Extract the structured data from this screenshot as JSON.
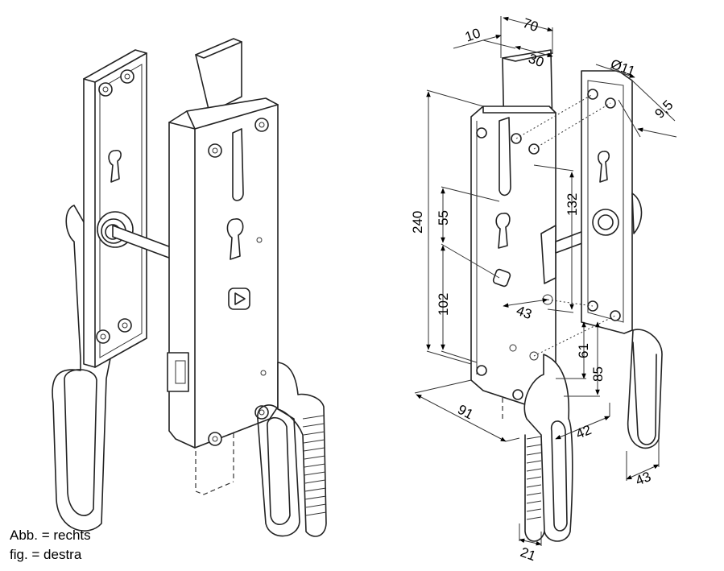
{
  "caption": {
    "line_de": "Abb. = rechts",
    "line_it": "fig. = destra"
  },
  "dimensions": {
    "d10": "10",
    "d70": "70",
    "d30": "30",
    "d_hole": "Ø11",
    "d9_5": "9,5",
    "d240": "240",
    "d132": "132",
    "d55": "55",
    "d102": "102",
    "d43a": "43",
    "d61": "61",
    "d85": "85",
    "d91": "91",
    "d42": "42",
    "d43b": "43",
    "d21": "21"
  }
}
